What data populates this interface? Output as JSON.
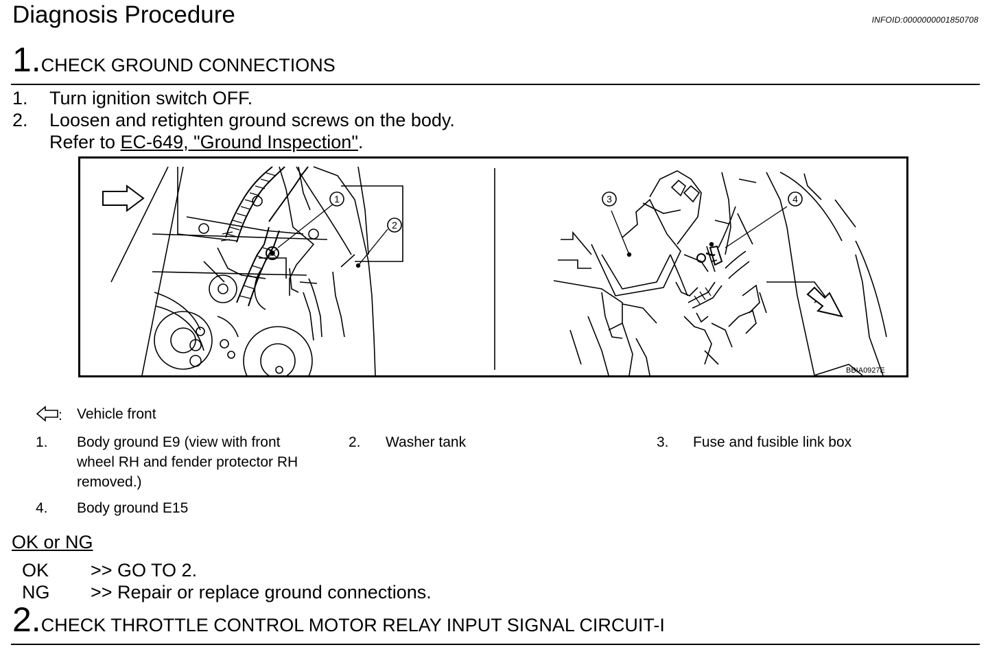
{
  "header": {
    "title": "Diagnosis Procedure",
    "info_id": "INFOID:0000000001850708"
  },
  "step1": {
    "number": "1.",
    "title": "CHECK GROUND CONNECTIONS",
    "instructions": [
      {
        "num": "1.",
        "text": "Turn ignition switch OFF."
      },
      {
        "num": "2.",
        "text": "Loosen and retighten ground screws on the body."
      }
    ],
    "refer_prefix": "Refer to ",
    "refer_link": "EC-649, \"Ground Inspection\"",
    "refer_suffix": "."
  },
  "figure": {
    "code": "BBIA0927E",
    "callouts": [
      "1",
      "2",
      "3",
      "4"
    ]
  },
  "legend": {
    "arrow_colon": ":",
    "arrow_text": "Vehicle front",
    "items": [
      {
        "num": "1.",
        "lines": [
          "Body ground E9 (view with front",
          "wheel RH and fender protector RH",
          "removed.)"
        ]
      },
      {
        "num": "2.",
        "lines": [
          "Washer tank"
        ]
      },
      {
        "num": "3.",
        "lines": [
          "Fuse and fusible link box"
        ]
      },
      {
        "num": "4.",
        "lines": [
          "Body ground E15"
        ]
      }
    ]
  },
  "results": {
    "heading": "OK or NG",
    "ok_code": "OK",
    "ok_action": ">> GO TO 2.",
    "ng_code": "NG",
    "ng_action": ">> Repair or replace ground connections."
  },
  "step2": {
    "number": "2.",
    "title": "CHECK THROTTLE CONTROL MOTOR RELAY INPUT SIGNAL CIRCUIT-I"
  }
}
